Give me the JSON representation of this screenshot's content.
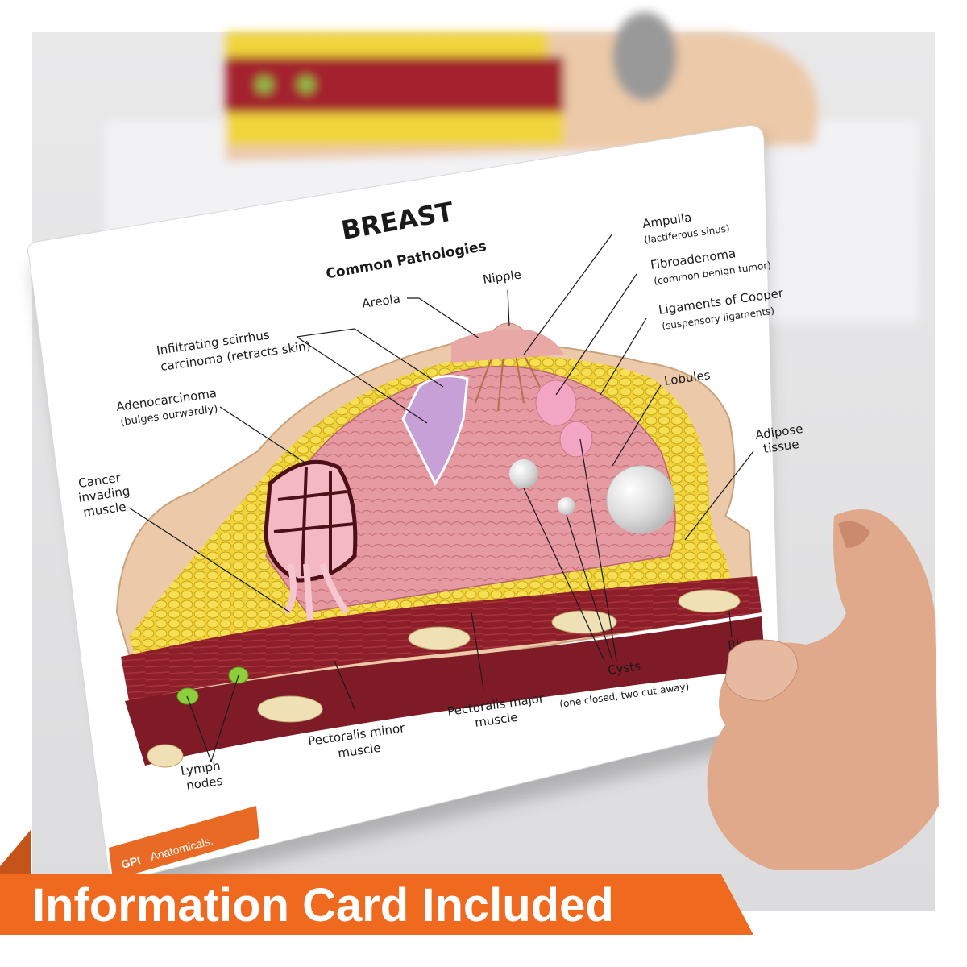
{
  "card": {
    "title": "BREAST",
    "subtitle": "Common Pathologies",
    "brand_left": "GPI",
    "brand_right": "Anatomicals.",
    "labels": {
      "ampulla": "Ampulla",
      "ampulla_sub": "(lactiferous sinus)",
      "fibroadenoma": "Fibroadenoma",
      "fibroadenoma_sub": "(common benign tumor)",
      "ligaments": "Ligaments of Cooper",
      "ligaments_sub": "(suspensory ligaments)",
      "lobules": "Lobules",
      "adipose_1": "Adipose",
      "adipose_2": "tissue",
      "nipple": "Nipple",
      "areola": "Areola",
      "scirrhus_1": "Infiltrating scirrhus",
      "scirrhus_2": "carcinoma (retracts skin)",
      "adeno_1": "Adenocarcinoma",
      "adeno_2": "(bulges outwardly)",
      "cancer_1": "Cancer",
      "cancer_2": "invading",
      "cancer_3": "muscle",
      "lymph_1": "Lymph",
      "lymph_2": "nodes",
      "pec_minor_1": "Pectoralis minor",
      "pec_minor_2": "muscle",
      "pec_major_1": "Pectoralis major",
      "pec_major_2": "muscle",
      "cysts_1": "Cysts",
      "cysts_2": "(one closed, two cut-away)",
      "ribs_partial": "Ri"
    }
  },
  "banner": {
    "text": "Information Card Included"
  },
  "colors": {
    "banner_orange": "#ef6a1f",
    "brand_orange": "#e96a24",
    "muscle_red": "#8c1f2a",
    "adipose_yellow": "#f1d43a",
    "gland_pink": "#e89aa0",
    "skin_beige": "#ecc9a8"
  }
}
